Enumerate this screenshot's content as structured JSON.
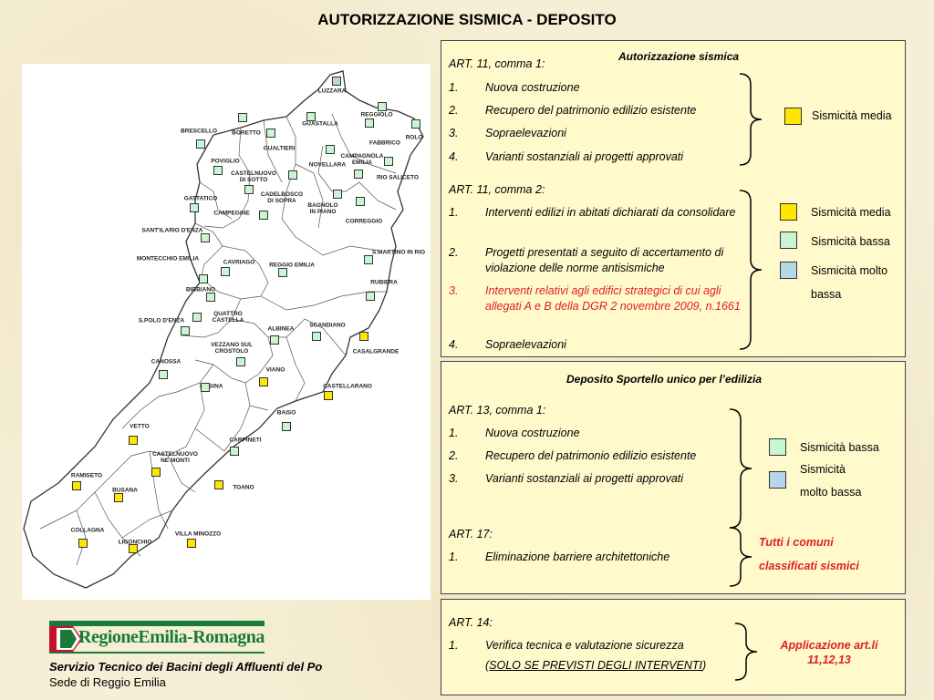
{
  "title": "AUTORIZZAZIONE SISMICA -  DEPOSITO",
  "colors": {
    "sismicita_media": "#ffe600",
    "sismicita_bassa": "#c8f5d2",
    "sismicita_molto_bassa": "#b7d6e6",
    "box_bg": "#fff9cc",
    "red": "#e02020"
  },
  "map": {
    "towns": [
      {
        "name": "LUZZARA"
      },
      {
        "name": "GUASTALLA"
      },
      {
        "name": "REGGIOLO"
      },
      {
        "name": "ROLO"
      },
      {
        "name": "BRESCELLO"
      },
      {
        "name": "BORETTO"
      },
      {
        "name": "GUALTIERI"
      },
      {
        "name": "FABBRICO"
      },
      {
        "name": "POVIGLIO"
      },
      {
        "name": "CASTELNUOVO DI SOTTO"
      },
      {
        "name": "NOVELLARA"
      },
      {
        "name": "CAMPAGNOLA EMILIA"
      },
      {
        "name": "RIO SALICETO"
      },
      {
        "name": "GATTATICO"
      },
      {
        "name": "CADELBOSCO DI SOPRA"
      },
      {
        "name": "CAMPEGINE"
      },
      {
        "name": "BAGNOLO IN PIANO"
      },
      {
        "name": "CORREGGIO"
      },
      {
        "name": "SANT'ILARIO D'ENZA"
      },
      {
        "name": "S.MARTINO IN RIO"
      },
      {
        "name": "MONTECCHIO EMILIA"
      },
      {
        "name": "CAVRIAGO"
      },
      {
        "name": "REGGIO EMILIA"
      },
      {
        "name": "BIBBIANO"
      },
      {
        "name": "RUBIERA"
      },
      {
        "name": "QUATTRO CASTELLA"
      },
      {
        "name": "S.POLO D'ENZA"
      },
      {
        "name": "ALBINEA"
      },
      {
        "name": "SCANDIANO"
      },
      {
        "name": "CASALGRANDE"
      },
      {
        "name": "VEZZANO SUL CROSTOLO"
      },
      {
        "name": "CANOSSA"
      },
      {
        "name": "VIANO"
      },
      {
        "name": "CASINA"
      },
      {
        "name": "CASTELLARANO"
      },
      {
        "name": "BAISO"
      },
      {
        "name": "VETTO"
      },
      {
        "name": "CARPINETI"
      },
      {
        "name": "CASTELNUOVO NE MONTI"
      },
      {
        "name": "RAMISETO"
      },
      {
        "name": "BUSANA"
      },
      {
        "name": "TOANO"
      },
      {
        "name": "COLLAGNA"
      },
      {
        "name": "LIGONCHIO"
      },
      {
        "name": "VILLA MINOZZO"
      }
    ]
  },
  "box1": {
    "header": "Autorizzazione sismica",
    "art1": "ART. 11, comma 1:",
    "art1_items": [
      {
        "num": "1.",
        "text": "Nuova costruzione"
      },
      {
        "num": "2.",
        "text": "Recupero del patrimonio edilizio esistente"
      },
      {
        "num": "3.",
        "text": "Sopraelevazioni"
      },
      {
        "num": "4.",
        "text": "Varianti sostanziali ai progetti approvati"
      }
    ],
    "legend1": "Sismicità media",
    "art2": "ART. 11, comma 2:",
    "art2_items": [
      {
        "num": "1.",
        "text": "Interventi edilizi in abitati dichiarati da consolidare"
      },
      {
        "num": "2.",
        "text": "Progetti presentati a seguito di accertamento di violazione delle norme antisismiche"
      },
      {
        "num": "3.",
        "text": "Interventi relativi agli edifici strategici di cui agli allegati A e B della DGR 2 novembre 2009, n.1661"
      },
      {
        "num": "4.",
        "text": "Sopraelevazioni"
      }
    ],
    "legend2": [
      "Sismicità media",
      "Sismicità bassa",
      "Sismicità molto",
      "bassa"
    ]
  },
  "box2": {
    "header": "Deposito Sportello unico per l’edilizia",
    "art1": "ART. 13, comma 1:",
    "art1_items": [
      {
        "num": "1.",
        "text": "Nuova costruzione"
      },
      {
        "num": "2.",
        "text": "Recupero del patrimonio edilizio esistente"
      },
      {
        "num": "3.",
        "text": "Varianti sostanziali ai progetti approvati"
      }
    ],
    "legend": [
      "Sismicità bassa",
      "Sismicità",
      "molto bassa"
    ],
    "art2": "ART. 17:",
    "art2_items": [
      {
        "num": "1.",
        "text": "Eliminazione barriere architettoniche"
      }
    ],
    "note": [
      "Tutti i comuni",
      "classificati sismici"
    ]
  },
  "box3": {
    "art": "ART. 14:",
    "item_num": "1.",
    "item_text": "Verifica tecnica e valutazione sicurezza",
    "item_paren_open": "(",
    "item_underlined": "SOLO SE PREVISTI DEGLI INTERVENTI",
    "item_paren_close": ")",
    "note": [
      "Applicazione art.li",
      "11,12,13"
    ]
  },
  "logo_text": "RegioneEmilia-Romagna",
  "footer": {
    "line1": "Servizio Tecnico dei Bacini degli Affluenti del Po",
    "line2": "Sede di Reggio Emilia"
  }
}
